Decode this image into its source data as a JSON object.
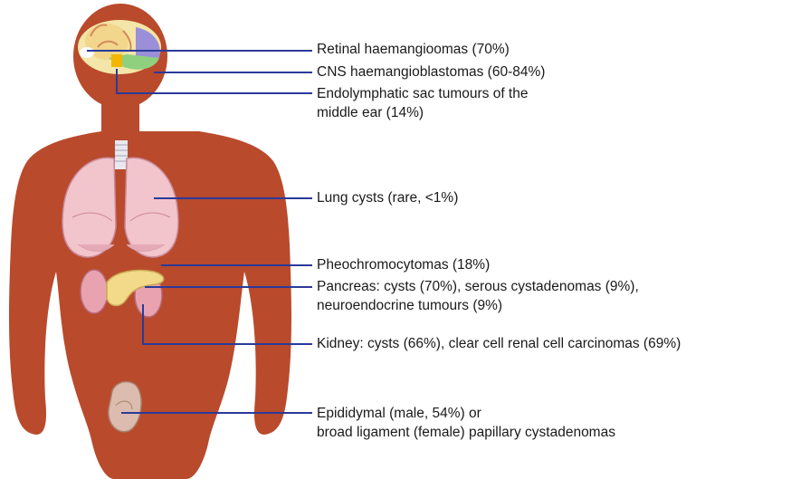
{
  "colors": {
    "body": "#b94a2c",
    "leader_line": "#2b3a9a",
    "text": "#1a1a1a",
    "lung": "#f2c4cc",
    "kidney": "#e9a3b0",
    "pancreas": "#f3d98a",
    "brain": "#f4e5a8",
    "testis": "#dcbcae"
  },
  "labels": {
    "retinal": [
      "Retinal haemangioomas (70%)"
    ],
    "cns": [
      "CNS haemangioblastomas (60-84%)"
    ],
    "endolymphatic": [
      "Endolymphatic sac tumours of the",
      "middle ear (14%)"
    ],
    "lung": [
      "Lung cysts (rare, <1%)"
    ],
    "pheo": [
      "Pheochromocytomas (18%)"
    ],
    "pancreas": [
      "Pancreas: cysts (70%),  serous cystadenomas (9%),",
      "neuroendocrine tumours (9%)"
    ],
    "kidney": [
      "Kidney: cysts (66%),  clear cell renal cell carcinomas (69%)"
    ],
    "epididymal": [
      "Epididymal (male, 54%) or",
      "broad ligament (female) papillary cystadenomas"
    ]
  }
}
